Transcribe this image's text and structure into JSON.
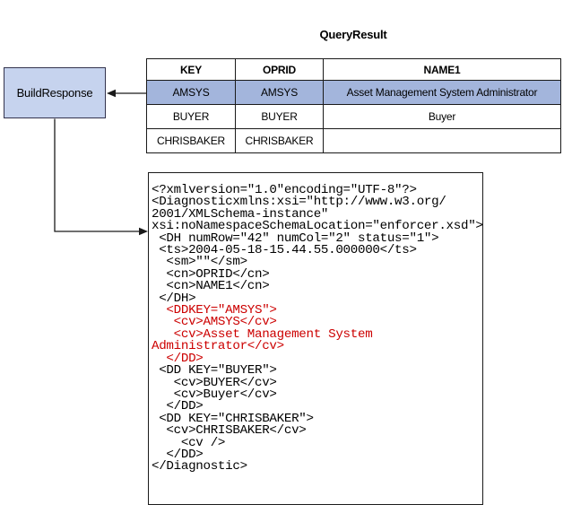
{
  "title": "QueryResult",
  "flow_box": {
    "label": "BuildResponse"
  },
  "table": {
    "columns": [
      "KEY",
      "OPRID",
      "NAME1"
    ],
    "rows": [
      {
        "cells": [
          "AMSYS",
          "AMSYS",
          "Asset Management System Administrator"
        ],
        "highlighted": true
      },
      {
        "cells": [
          "BUYER",
          "BUYER",
          "Buyer"
        ],
        "highlighted": false
      },
      {
        "cells": [
          "CHRISBAKER",
          "CHRISBAKER",
          ""
        ],
        "highlighted": false
      }
    ]
  },
  "code_block": {
    "lines": [
      {
        "text": "<?xmlversion=\"1.0\"encoding=\"UTF-8\"?>",
        "red": false
      },
      {
        "text": "<Diagnosticxmlns:xsi=\"http://www.w3.org/",
        "red": false
      },
      {
        "text": "2001/XMLSchema-instance\"",
        "red": false
      },
      {
        "text": "xsi:noNamespaceSchemaLocation=\"enforcer.xsd\">",
        "red": false
      },
      {
        "text": " <DH numRow=\"42\" numCol=\"2\" status=\"1\">",
        "red": false
      },
      {
        "text": " <ts>2004-05-18-15.44.55.000000</ts>",
        "red": false
      },
      {
        "text": "  <sm>\"\"</sm>",
        "red": false
      },
      {
        "text": "  <cn>OPRID</cn>",
        "red": false
      },
      {
        "text": "  <cn>NAME1</cn>",
        "red": false
      },
      {
        "text": " </DH>",
        "red": false
      },
      {
        "text": "  <DDKEY=\"AMSYS\">",
        "red": true
      },
      {
        "text": "   <cv>AMSYS</cv>",
        "red": true
      },
      {
        "text": "   <cv>Asset Management System",
        "red": true
      },
      {
        "text": "Administrator</cv>",
        "red": true
      },
      {
        "text": "  </DD>",
        "red": true
      },
      {
        "text": " <DD KEY=\"BUYER\">",
        "red": false
      },
      {
        "text": "   <cv>BUYER</cv>",
        "red": false
      },
      {
        "text": "   <cv>Buyer</cv>",
        "red": false
      },
      {
        "text": "  </DD>",
        "red": false
      },
      {
        "text": " <DD KEY=\"CHRISBAKER\">",
        "red": false
      },
      {
        "text": "  <cv>CHRISBAKER</cv>",
        "red": false
      },
      {
        "text": "    <cv />",
        "red": false
      },
      {
        "text": "  </DD>",
        "red": false
      },
      {
        "text": "</Diagnostic>",
        "red": false
      }
    ]
  },
  "colors": {
    "highlight_row": "#a3b5dc",
    "flow_box_fill": "#c6d3ee",
    "flow_box_border": "#33334d",
    "code_red": "#cc0000",
    "line_black": "#1a1a1a"
  }
}
